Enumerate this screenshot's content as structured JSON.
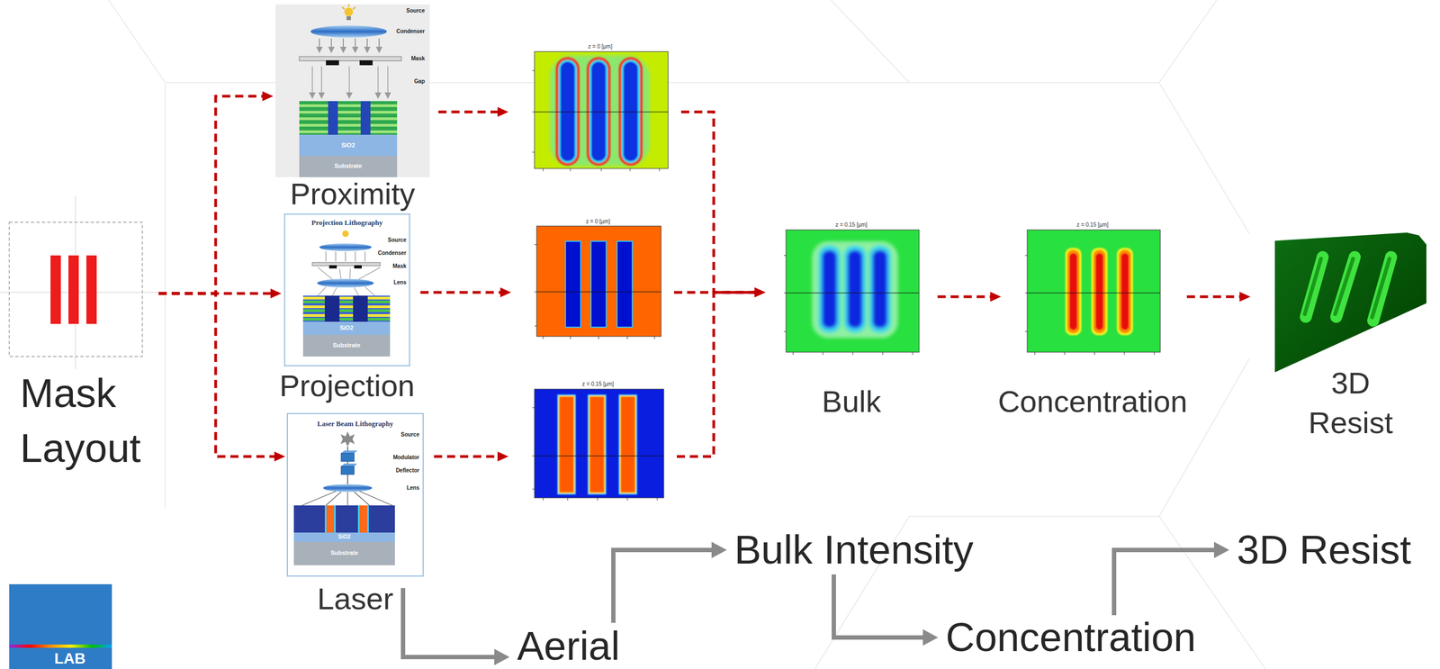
{
  "diagram": {
    "nodes": [
      {
        "text": [
          "Mask Layout"
        ]
      },
      {
        "text": [
          "Proximity"
        ]
      },
      {
        "text": [
          "Projection"
        ]
      },
      {
        "text": [
          "Laser"
        ]
      },
      {
        "text": [
          "z = 0 [µm]"
        ]
      },
      {
        "text": [
          "z = 0 [µm]"
        ]
      },
      {
        "text": [
          "z = 0.15 [µm]"
        ]
      },
      {
        "text": [
          "z = 0.15 [µm]",
          "Bulk"
        ]
      },
      {
        "text": [
          "z = 0.15 [µm]",
          "Concentration"
        ]
      },
      {
        "text": [
          "3D Resist"
        ]
      },
      {
        "text": [
          "Aerial"
        ]
      },
      {
        "text": [
          "Bulk Intensity"
        ]
      },
      {
        "text": [
          "Concentration"
        ]
      },
      {
        "text": [
          "3D Resist"
        ]
      }
    ],
    "edges": [
      {
        "from": 0,
        "to": 1,
        "arrow": "to"
      },
      {
        "from": 0,
        "to": 2,
        "arrow": "to"
      },
      {
        "from": 0,
        "to": 3,
        "arrow": "to"
      },
      {
        "from": 1,
        "to": 4,
        "arrow": "to"
      },
      {
        "from": 2,
        "to": 5,
        "arrow": "to"
      },
      {
        "from": 3,
        "to": 6,
        "arrow": "to"
      },
      {
        "from": 4,
        "to": 7,
        "arrow": "to"
      },
      {
        "from": 5,
        "to": 7,
        "arrow": "to"
      },
      {
        "from": 6,
        "to": 7,
        "arrow": "to"
      },
      {
        "from": 7,
        "to": 8,
        "arrow": "to"
      },
      {
        "from": 8,
        "to": 9,
        "arrow": "to"
      },
      {
        "from": 3,
        "to": 10,
        "arrow": "to"
      },
      {
        "from": 10,
        "to": 11,
        "arrow": "to"
      },
      {
        "from": 11,
        "to": 12,
        "arrow": "to"
      },
      {
        "from": 12,
        "to": 13,
        "arrow": "to"
      }
    ],
    "labels": [
      "Source",
      "Condenser",
      "Mask",
      "Gap",
      "SiO2",
      "Substrate",
      "Projection Lithography",
      "Source",
      "Condenser",
      "Mask",
      "Lens",
      "SiO2",
      "Substrate",
      "Laser Beam Lithography",
      "Source",
      "Modulator",
      "Deflector",
      "Lens",
      "SiO2",
      "Substrate",
      "LAB"
    ]
  }
}
